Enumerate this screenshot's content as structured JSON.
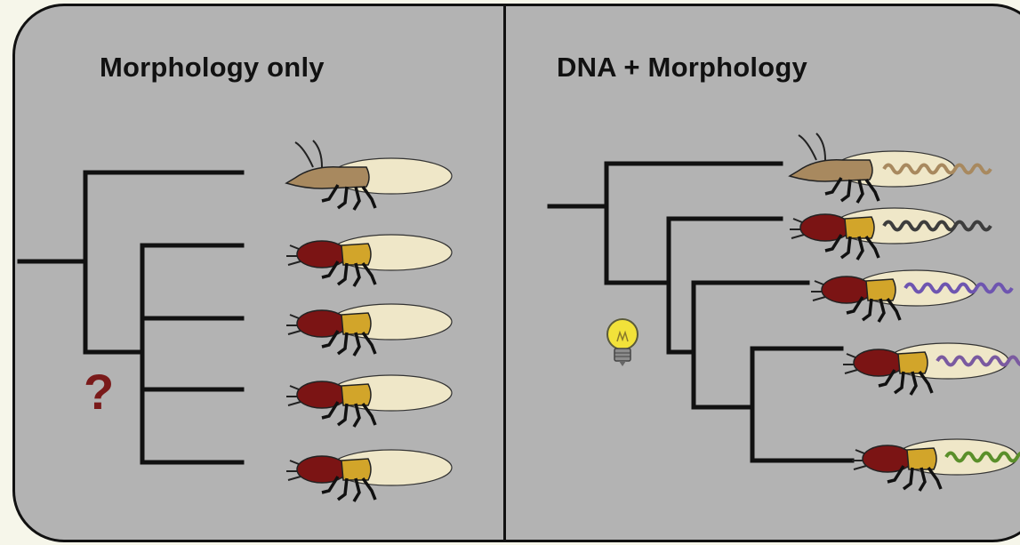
{
  "panels": {
    "left": {
      "title": "Morphology only",
      "unknown_mark": "?"
    },
    "right": {
      "title": "DNA + Morphology"
    }
  },
  "icons": {
    "left": [
      "insect-icon",
      "question-mark"
    ],
    "right": [
      "insect-icon",
      "dna-strand-icon",
      "lightbulb-icon"
    ]
  },
  "colors": {
    "panel_bg": "#b3b3b3",
    "line": "#111111",
    "outgroup_body": "#a8895f",
    "ingroup_head": "#7b1414",
    "thorax": "#d2a52a",
    "wing": "#efe7c8",
    "question": "#7a1a1a",
    "dna_brown": "#a8895f",
    "dna_dark": "#3d3d3d",
    "dna_purple": "#6e55b0",
    "dna_purple2": "#7a5aa0",
    "dna_green": "#5a8f2a",
    "bulb": "#f2e23a"
  }
}
